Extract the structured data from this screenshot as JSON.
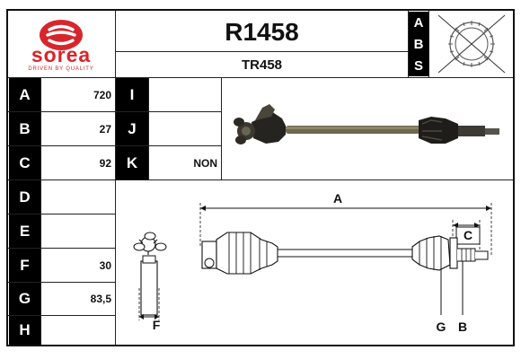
{
  "brand": {
    "name": "sorea",
    "tagline": "DRIVEN BY QUALITY",
    "logo_color": "#d7262b"
  },
  "header": {
    "reference": "R1458",
    "sub_reference": "TR458",
    "abs_letters": [
      "A",
      "B",
      "S"
    ]
  },
  "spec_rows_left": [
    {
      "letter": "A",
      "value": "720"
    },
    {
      "letter": "B",
      "value": "27"
    },
    {
      "letter": "C",
      "value": "92"
    },
    {
      "letter": "D",
      "value": ""
    },
    {
      "letter": "E",
      "value": ""
    },
    {
      "letter": "F",
      "value": "30"
    },
    {
      "letter": "G",
      "value": "83,5"
    },
    {
      "letter": "H",
      "value": ""
    }
  ],
  "spec_rows_right": [
    {
      "letter": "I",
      "value": ""
    },
    {
      "letter": "J",
      "value": ""
    },
    {
      "letter": "K",
      "value": "NON"
    }
  ],
  "diagram_labels": {
    "a": "A",
    "b": "B",
    "c": "C",
    "f": "F",
    "g": "G"
  }
}
